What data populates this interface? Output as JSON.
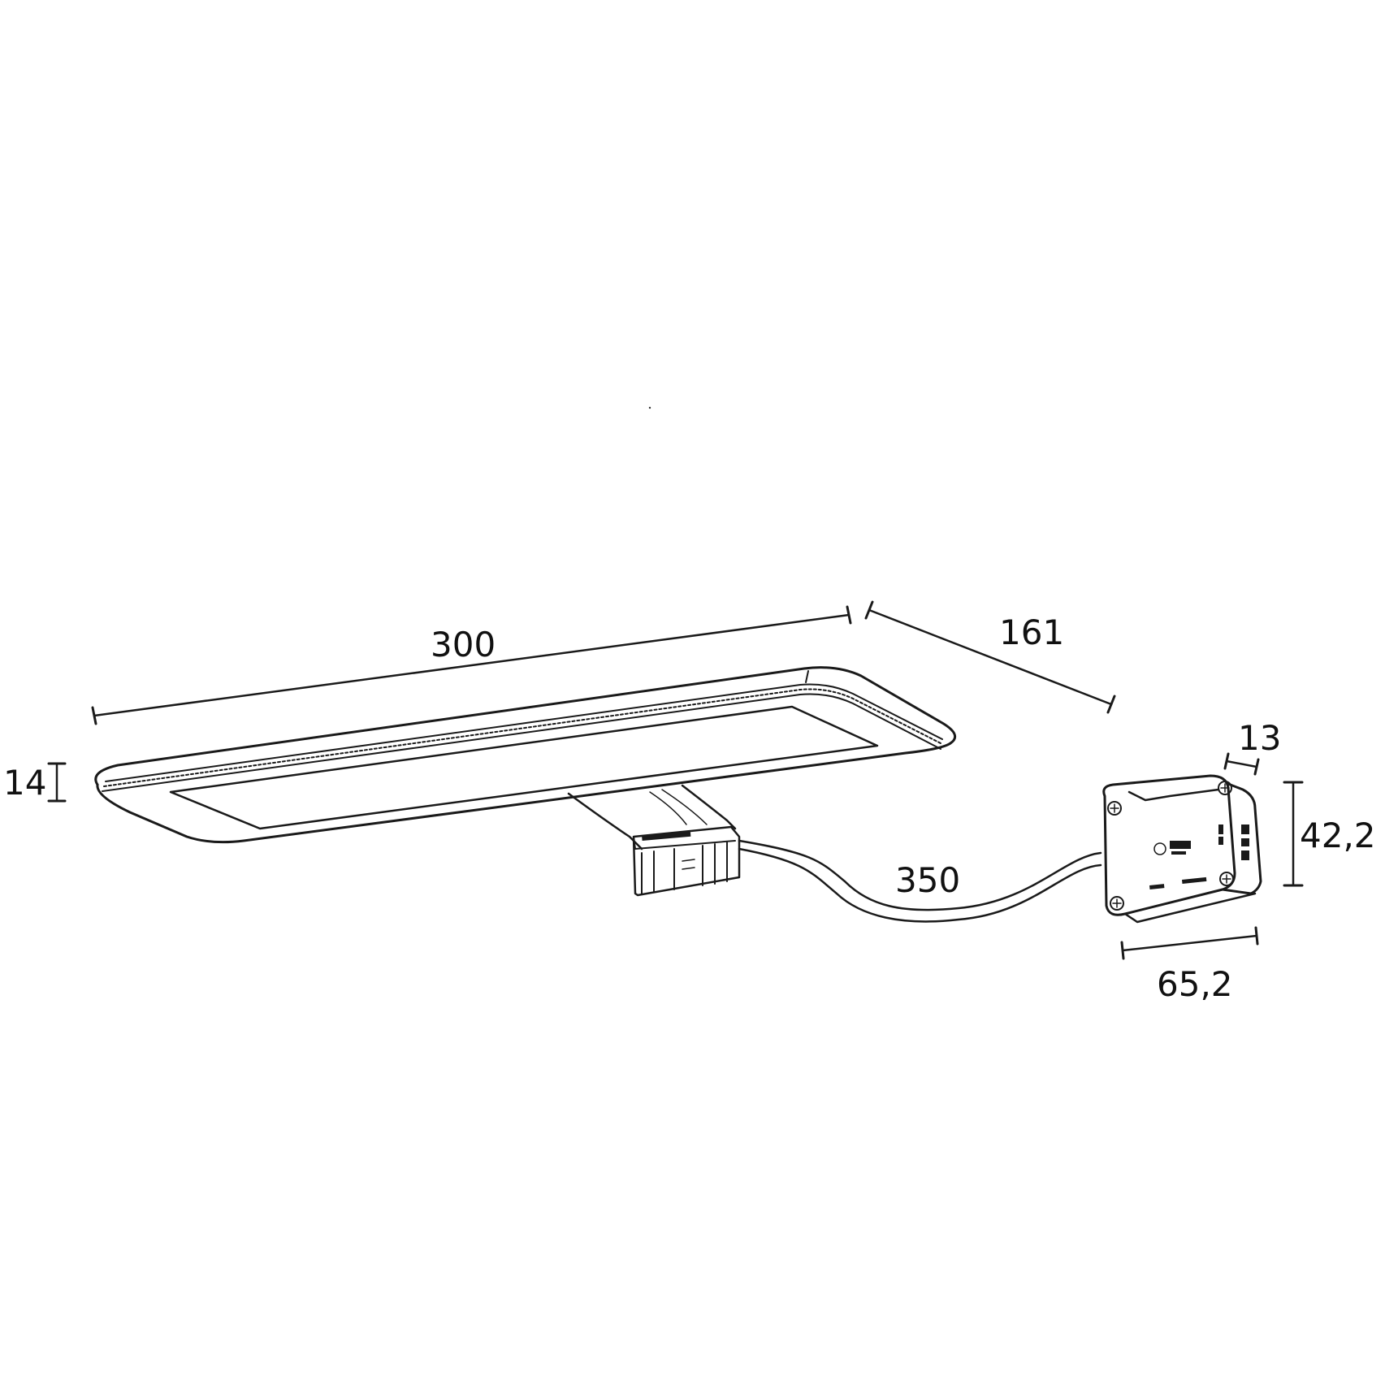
{
  "dimensions": {
    "length": "300",
    "depth": "161",
    "height": "14",
    "cable": "350",
    "box_thickness": "13",
    "box_height": "42,2",
    "box_width": "65,2"
  }
}
